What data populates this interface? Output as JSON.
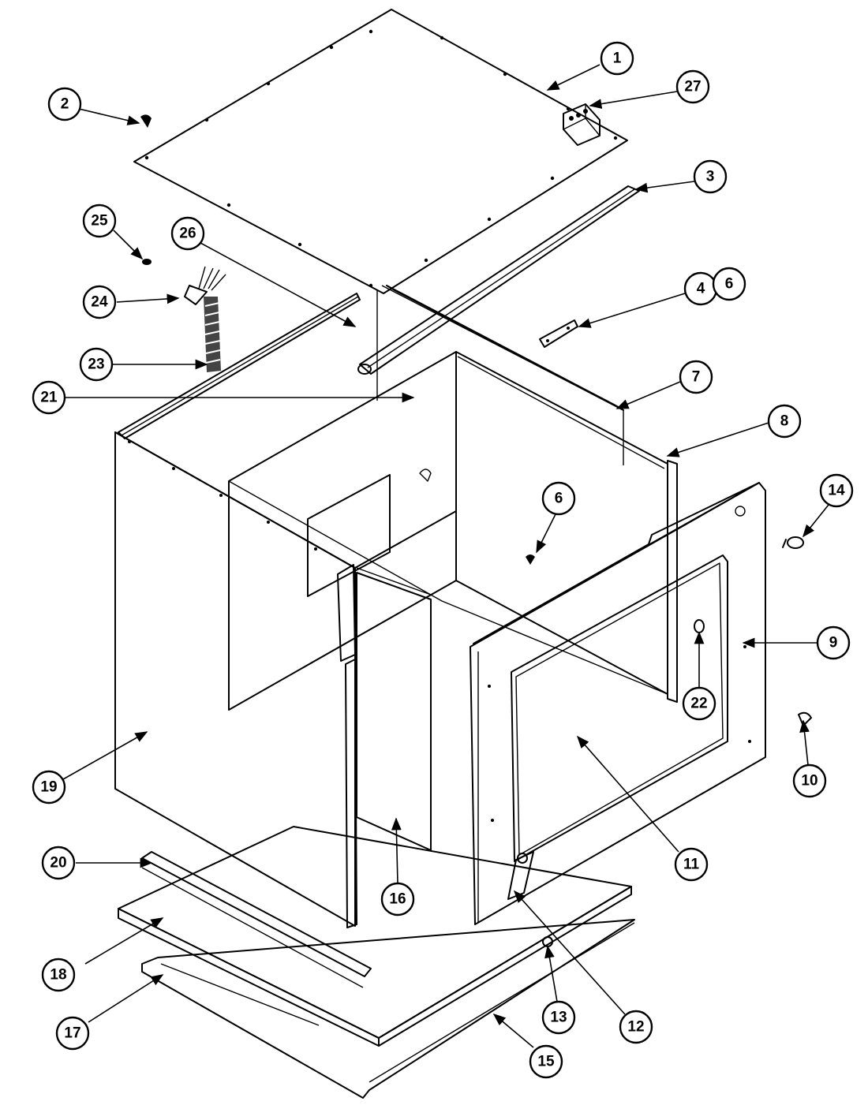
{
  "callouts": [
    {
      "label": "1"
    },
    {
      "label": "27"
    },
    {
      "label": "2"
    },
    {
      "label": "3"
    },
    {
      "label": "25"
    },
    {
      "label": "26"
    },
    {
      "label": "4"
    },
    {
      "label": "6"
    },
    {
      "label": "24"
    },
    {
      "label": "23"
    },
    {
      "label": "7"
    },
    {
      "label": "21"
    },
    {
      "label": "8"
    },
    {
      "label": "6"
    },
    {
      "label": "14"
    },
    {
      "label": "9"
    },
    {
      "label": "22"
    },
    {
      "label": "10"
    },
    {
      "label": "19"
    },
    {
      "label": "11"
    },
    {
      "label": "20"
    },
    {
      "label": "16"
    },
    {
      "label": "18"
    },
    {
      "label": "13"
    },
    {
      "label": "12"
    },
    {
      "label": "17"
    },
    {
      "label": "15"
    }
  ]
}
